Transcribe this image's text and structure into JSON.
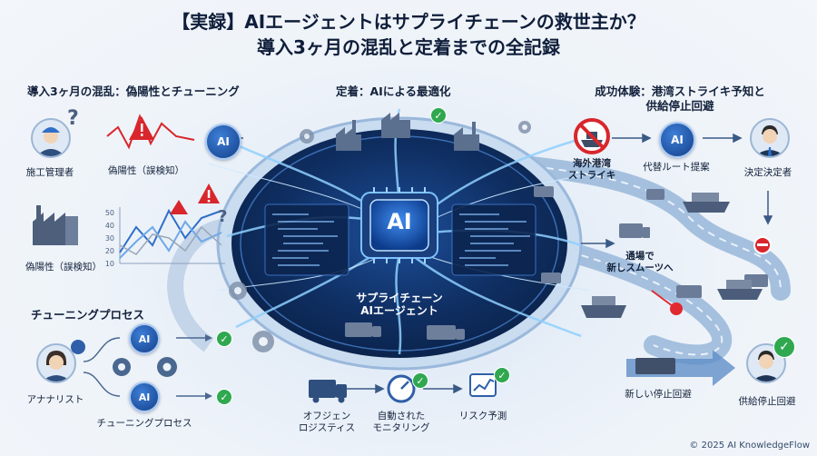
{
  "title": {
    "line1": "【実録】AIエージェントはサプライチェーンの救世主か？",
    "line2": "導入3ヶ月の混乱と定着までの全記録"
  },
  "sections": {
    "left_header": "導入3ヶ月の混乱：偽陽性とチューニング",
    "center_header": "定着：AIによる最適化",
    "right_header_line1": "成功体験：港湾ストライキ予知と",
    "right_header_line2": "供給停止回避",
    "tuning_header": "チューニングプロセス"
  },
  "left": {
    "site_manager": "施工管理者",
    "false_positive_1": "偽陽性（誤検知）",
    "false_positive_2": "偽陽性（誤検知）",
    "analyst": "アナナリスト",
    "tuning_process": "チューニングプロセス",
    "ai_badge": "AI",
    "chart_ticks": [
      "50",
      "40",
      "30",
      "20",
      "10"
    ]
  },
  "center": {
    "core_label": "AI",
    "platform_line1": "サプライチェーン",
    "platform_line2": "AIエージェント",
    "bottom_items": [
      {
        "line1": "オフジェン",
        "line2": "ロジスティス"
      },
      {
        "line1": "自動された",
        "line2": "モニタリング"
      },
      {
        "line1": "リスク予測",
        "line2": ""
      }
    ]
  },
  "right": {
    "port_strike_line1": "海外港湾",
    "port_strike_line2": "ストライキ",
    "alt_route": "代替ルート提案",
    "decision_maker": "決定決定者",
    "new_route_line1": "通場で",
    "new_route_line2": "新しスムーツへ",
    "new_stop_avoid": "新しい停止回避",
    "supply_avoid": "供給停止回避",
    "ai_badge": "AI"
  },
  "colors": {
    "accent": "#1f5fbf",
    "alert": "#d8262c",
    "success": "#2fa84f",
    "road": "#8fb1d6"
  },
  "footer": {
    "copyright": "© 2025 AI KnowledgeFlow"
  }
}
